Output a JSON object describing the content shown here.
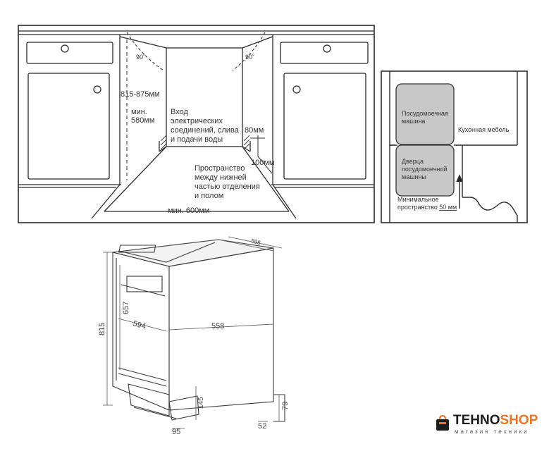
{
  "installation": {
    "angle_left": "90˚",
    "angle_right": "90˚",
    "height_range": "815-875мм",
    "min_depth_label": "мин.",
    "min_depth_value": "580мм",
    "inlet_text": [
      "Вход",
      "электрических",
      "соединений, слива",
      "и подачи воды"
    ],
    "dim_80": "80мм",
    "dim_100": "100мм",
    "space_text": [
      "Пространство",
      "между нижней",
      "частью отделения",
      "и полом"
    ],
    "min_width": "мин. 600мм"
  },
  "side_view": {
    "dishwasher_label": [
      "Посудомоечная",
      "машина"
    ],
    "kitchen_label": "Кухонная мебель",
    "door_label": [
      "Дверца",
      "посудомоечной",
      "машины"
    ],
    "min_space_label": "Минимальное",
    "min_space_value_prefix": "пространство ",
    "min_space_value": "50 мм"
  },
  "dimensions": {
    "top_depth": "598",
    "height_total": "815",
    "height_door": "657",
    "width_front": "594",
    "depth_side": "558",
    "plinth": "145",
    "foot_front": "95",
    "foot_rear": "52",
    "rear_height": "79"
  },
  "logo": {
    "name_part1": "TEHNO",
    "name_part2": "SHOP",
    "tagline": "магазин техники"
  }
}
